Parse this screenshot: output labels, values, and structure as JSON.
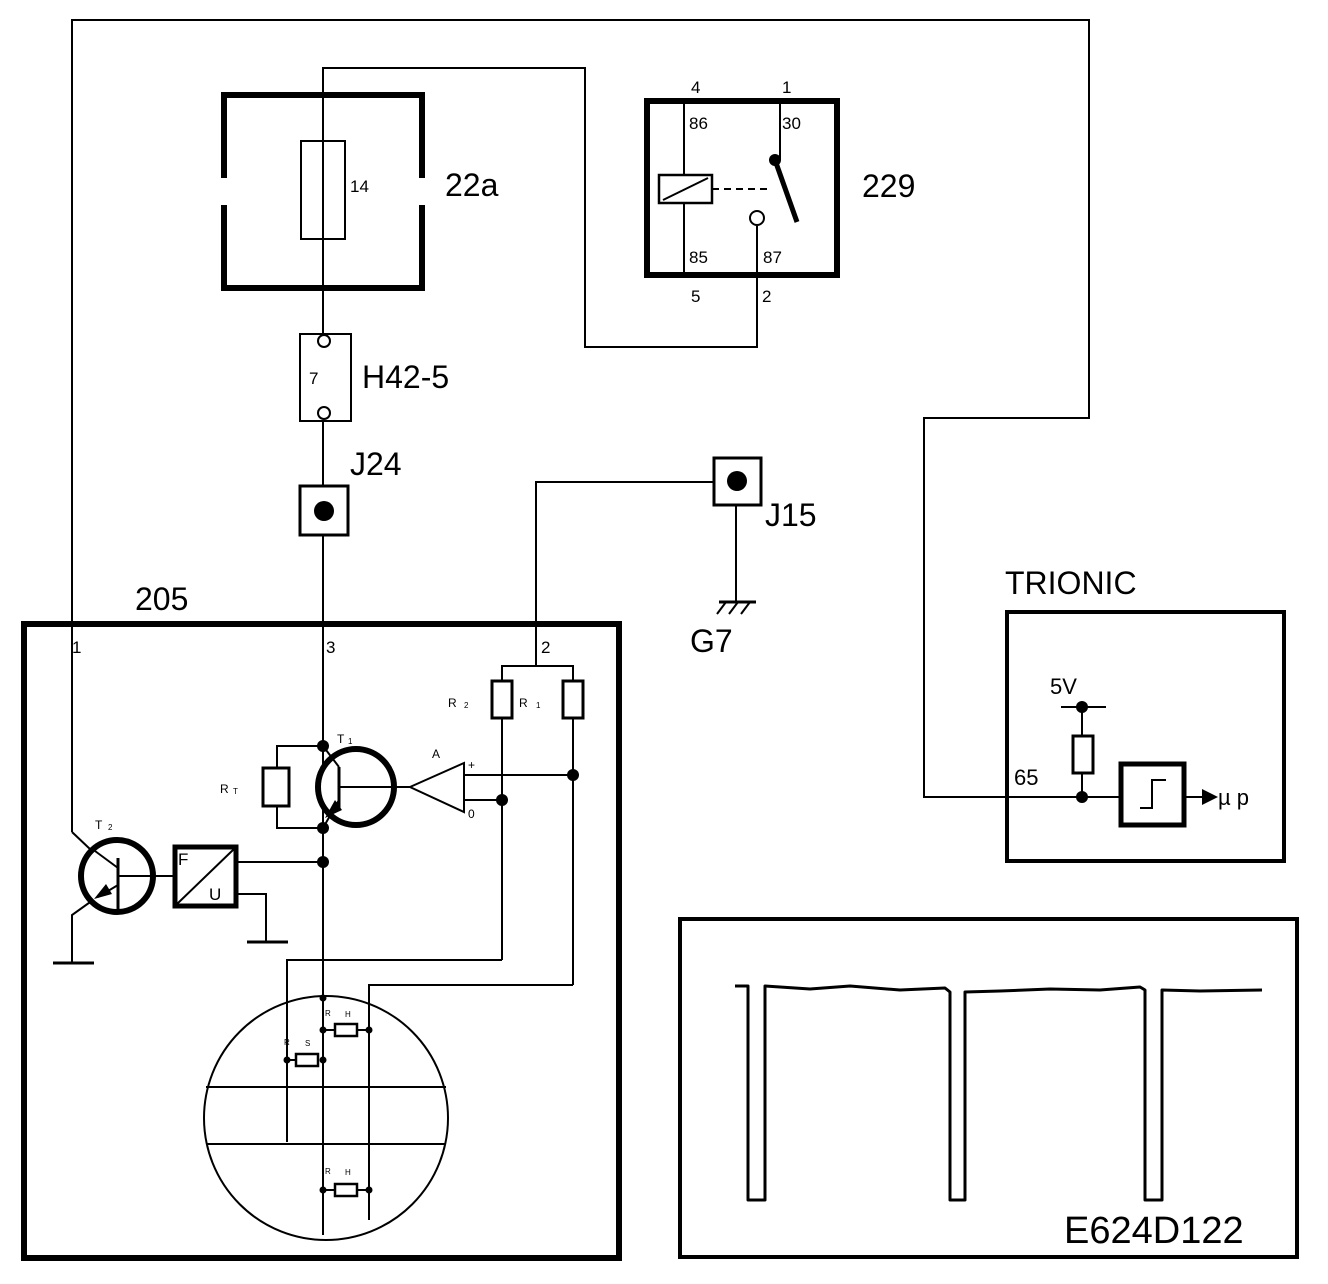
{
  "components": {
    "fuse_box": {
      "id": "22a",
      "fuse": "14"
    },
    "relay": {
      "id": "229",
      "pin_4": "4",
      "pin_1": "1",
      "pin_5": "5",
      "pin_2": "2",
      "term_86": "86",
      "term_30": "30",
      "term_85": "85",
      "term_87": "87"
    },
    "connector": {
      "id": "H42-5",
      "pin": "7"
    },
    "junction_j24": {
      "id": "J24"
    },
    "junction_j15": {
      "id": "J15"
    },
    "ground": {
      "id": "G7"
    },
    "sensor": {
      "id": "205",
      "pin_1": "1",
      "pin_2": "2",
      "pin_3": "3",
      "t1": "T",
      "t1_sub": "1",
      "t2": "T",
      "t2_sub": "2",
      "r2": "R",
      "r2_sub": "2",
      "r1": "R",
      "r1_sub": "1",
      "rt": "R",
      "rt_sub": "T",
      "amp": "A",
      "plus": "+",
      "zero": "0",
      "f": "F",
      "u": "U",
      "rs": "R",
      "rs_sub": "S",
      "rh1": "R",
      "rh1_sub": "H",
      "rh2": "R",
      "rh2_sub": "H"
    },
    "ecu": {
      "id": "TRIONIC",
      "supply": "5V",
      "pin": "65",
      "output": "µ p"
    },
    "scope": {
      "code": "E624D122"
    }
  }
}
